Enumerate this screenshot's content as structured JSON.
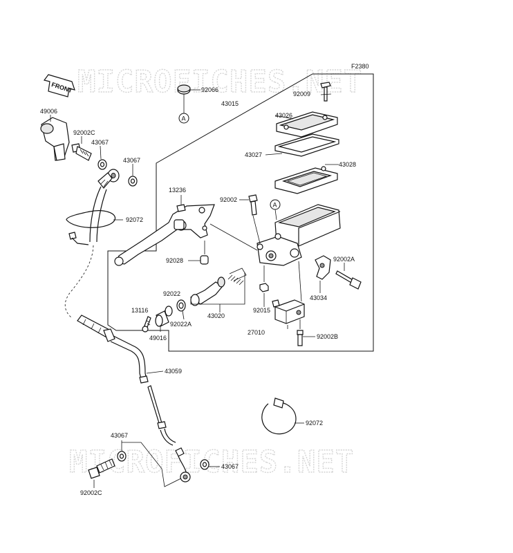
{
  "diagram_code": "F2380",
  "watermark": "MICROFICHES.NET",
  "front_arrow": "FRONT",
  "ref_marker": "A",
  "parts": {
    "p49006": "49006",
    "p92002c_top": "92002C",
    "p43067_a": "43067",
    "p43067_b": "43067",
    "p92066": "92066",
    "p43015": "43015",
    "p92009": "92009",
    "p43026": "43026",
    "p43027": "43027",
    "p43028": "43028",
    "p13236": "13236",
    "p92002": "92002",
    "p92072_a": "92072",
    "p92028": "92028",
    "p92022": "92022",
    "p92002a": "92002A",
    "p13116": "13116",
    "p92022a": "92022A",
    "p43020": "43020",
    "p92015": "92015",
    "p43034": "43034",
    "p49016": "49016",
    "p27010": "27010",
    "p92002b": "92002B",
    "p43059": "43059",
    "p92072_b": "92072",
    "p43067_c": "43067",
    "p43067_d": "43067",
    "p92002c_bot": "92002C"
  }
}
